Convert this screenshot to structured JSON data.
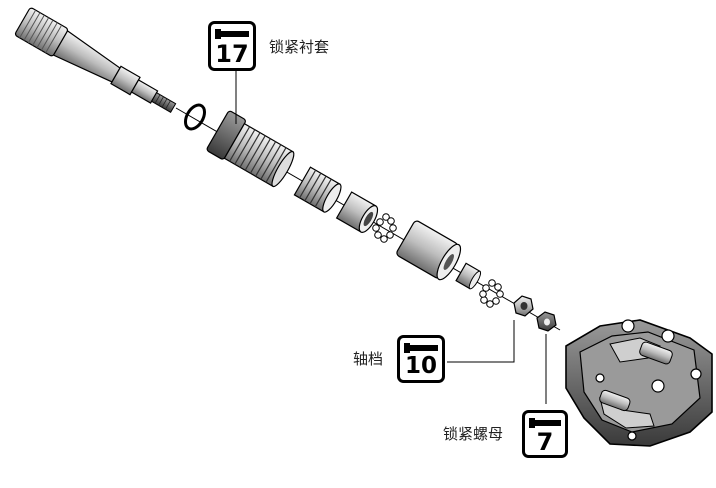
{
  "callouts": {
    "lock_bushing": {
      "label": "锁紧衬套",
      "wrench_size": "17"
    },
    "axle_cone": {
      "label": "轴档",
      "wrench_size": "10"
    },
    "lock_nut": {
      "label": "锁紧螺母",
      "wrench_size": "7"
    }
  },
  "icons": {
    "wrench": "wrench-icon"
  },
  "colors": {
    "line": "#000000",
    "metal_dark": "#555555",
    "metal_light": "#d8d8d8",
    "background": "#ffffff"
  }
}
